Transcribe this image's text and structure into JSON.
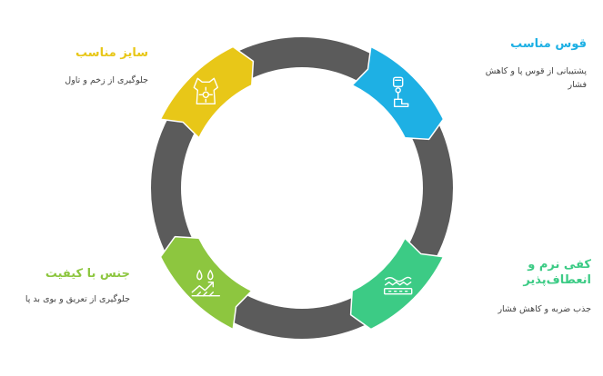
{
  "colors": {
    "ring": "#5b5b5b",
    "ring_edge": "#4a4a4a",
    "yellow": "#e8c718",
    "blue": "#1eb0e4",
    "green": "#3ccb85",
    "lime": "#8dc63f"
  },
  "items": {
    "top_right": {
      "title": "قوس مناسب",
      "description": "پشتیبانی از قوس پا و کاهش فشار",
      "icon": "prosthetic-leg-icon",
      "color": "#1eb0e4"
    },
    "top_left": {
      "title": "سایز مناسب",
      "description": "جلوگیری از زخم و تاول",
      "icon": "fitting-vest-icon",
      "color": "#e8c718"
    },
    "bottom_right": {
      "title": "کفی نرم و انعطاف‌پذیر",
      "description": "جذب ضربه و کاهش فشار",
      "icon": "soft-insole-icon",
      "color": "#3ccb85"
    },
    "bottom_left": {
      "title": "جنس با کیفیت",
      "description": "جلوگیری از تعریق و بوی بد پا",
      "icon": "moisture-wicking-icon",
      "color": "#8dc63f"
    }
  }
}
